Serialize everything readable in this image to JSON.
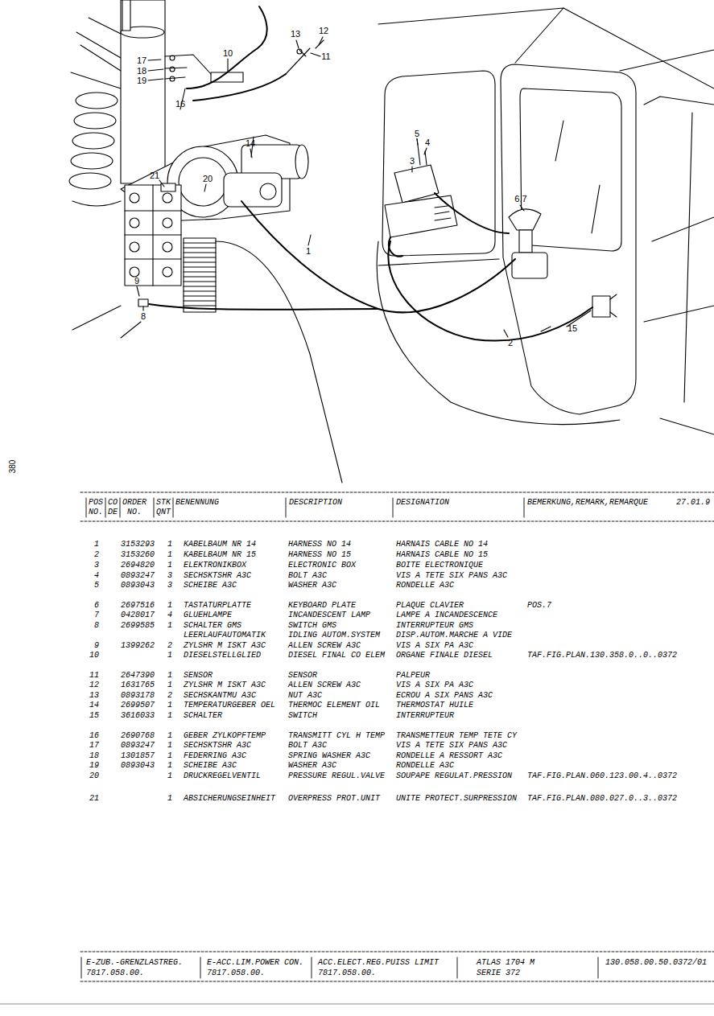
{
  "diagram": {
    "labels": [
      "17",
      "18",
      "19",
      "10",
      "13",
      "12",
      "11",
      "16",
      "14",
      "21",
      "20",
      "5",
      "4",
      "3",
      "6,7",
      "1",
      "9",
      "8",
      "15",
      "2",
      "380",
      "POS",
      "CO",
      "ORDER",
      "STK",
      "BENENNUNG",
      "DESCRIPTION",
      "DESIGNATION",
      "BEMERKUNG,REMARK,REMARQUE",
      "27.01.9",
      "NO.",
      "DE",
      "NO.",
      "QNT",
      "1",
      "3153293",
      "1",
      "KABELBAUM NR 14",
      "HARNESS NO 14",
      "HARNAIS CABLE NO 14",
      "2",
      "3153260",
      "1",
      "KABELBAUM NR 15",
      "HARNESS NO 15",
      "HARNAIS CABLE NO 15",
      "3",
      "2694820",
      "1",
      "ELEKTRONIKBOX",
      "ELECTRONIC BOX",
      "BOITE ELECTRONIQUE",
      "4",
      "0893247",
      "3",
      "SECHSKTSHR A3C",
      "BOLT A3C",
      "VIS A TETE SIX PANS A3C",
      "5",
      "0893043",
      "3",
      "SCHEIBE A3C",
      "WASHER A3C",
      "RONDELLE A3C",
      "6",
      "2697516",
      "1",
      "TASTATURPLATTE",
      "KEYBOARD PLATE",
      "PLAQUE CLAVIER",
      "POS.7",
      "7",
      "0428017",
      "4",
      "GLUEHLAMPE",
      "INCANDESCENT LAMP",
      "LAMPE A INCANDESCENCE",
      "8",
      "2699585",
      "1",
      "SCHALTER GMS",
      "SWITCH GMS",
      "INTERRUPTEUR GMS",
      "LEERLAUFAUTOMATIK",
      "IDLING AUTOM.SYSTEM",
      "DISP.AUTOM.MARCHE A VIDE",
      "9",
      "1399262",
      "2",
      "ZYLSHR M ISKT A3C",
      "ALLEN SCREW A3C",
      "VIS A SIX PA A3C",
      "10",
      "1",
      "DIESELSTELLGLIED",
      "DIESEL FINAL CO ELEM",
      "ORGANE FINALE DIESEL",
      "TAF.FIG.PLAN.130.358.0..0..0372",
      "11",
      "2647390",
      "1",
      "SENSOR",
      "SENSOR",
      "PALPEUR",
      "12",
      "1631765",
      "1",
      "ZYLSHR M ISKT A3C",
      "ALLEN SCREW A3C",
      "VIS A SIX PA A3C",
      "13",
      "0893178",
      "2",
      "SECHSKANTMU A3C",
      "NUT A3C",
      "ECROU A SIX PANS A3C",
      "14",
      "2699507",
      "1",
      "TEMPERATURGEBER OEL",
      "THERMOC ELEMENT OIL",
      "THERMOSTAT HUILE",
      "15",
      "3616033",
      "1",
      "SCHALTER",
      "SWITCH",
      "INTERRUPTEUR",
      "16",
      "2690768",
      "1",
      "GEBER ZYLKOPFTEMP",
      "TRANSMITT CYL H TEMP",
      "TRANSMETTEUR TEMP TETE CY",
      "17",
      "0893247",
      "1",
      "SECHSKTSHR A3C",
      "BOLT A3C",
      "VIS A TETE SIX PANS A3C",
      "18",
      "1301857",
      "1",
      "FEDERRING A3C",
      "SPRING WASHER A3C",
      "RONDELLE A RESSORT A3C",
      "19",
      "0893043",
      "1",
      "SCHEIBE A3C",
      "WASHER A3C",
      "RONDELLE A3C",
      "20",
      "1",
      "DRUCKREGELVENTIL",
      "PRESSURE REGUL.VALVE",
      "SOUPAPE REGULAT.PRESSION",
      "TAF.FIG.PLAN.060.123.00.4..0372",
      "21",
      "1",
      "ABSICHERUNGSEINHEIT",
      "OVERPRESS PROT.UNIT",
      "UNITE PROTECT.SURPRESSION",
      "TAF.FIG.PLAN.080.027.0..3..0372",
      "E-ZUB.-GRENZLASTREG.",
      "E-ACC.LIM.POWER CON.",
      "ACC.ELECT.REG.PUISS LIMIT",
      "ATLAS 1704 M",
      "130.058.00.50.0372/01",
      "7817.058.00.",
      "7817.058.00.",
      "7817.058.00.",
      "SERIE 372"
    ]
  }
}
